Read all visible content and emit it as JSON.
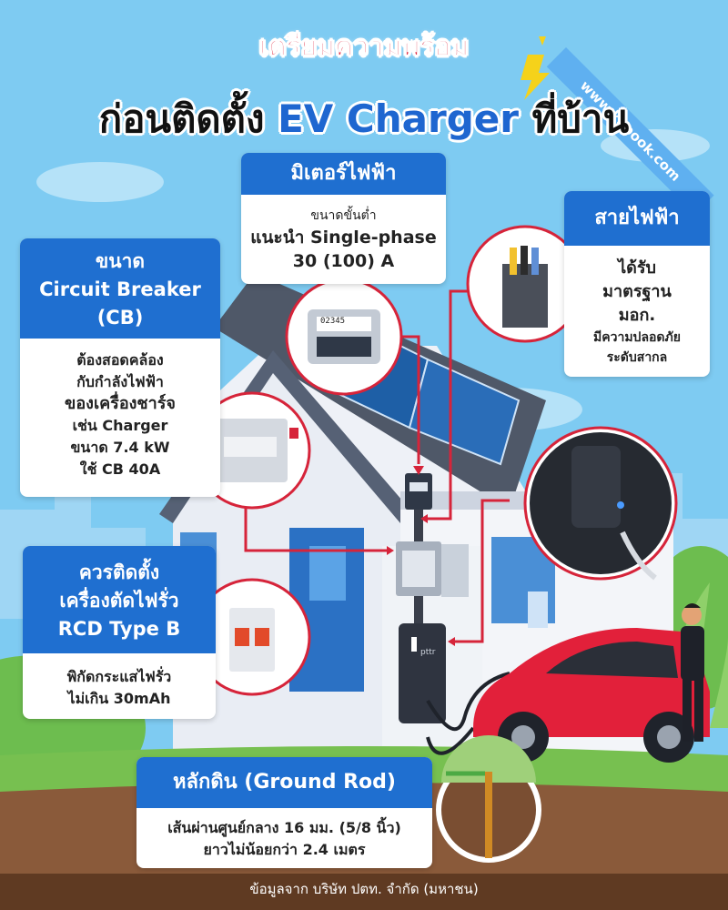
{
  "watermark": "www.kapook.com",
  "title": {
    "line1": "เตรียมความพร้อม",
    "line2_part1": "ก่อนติดตั้ง",
    "line2_part2": "EV Charger",
    "line2_part3": "ที่บ้าน"
  },
  "meter": {
    "heading": "มิเตอร์ไฟฟ้า",
    "line1": "ขนาดขั้นต่ำ",
    "line2": "แนะนำ Single-phase",
    "line3": "30 (100) A",
    "display": "02345"
  },
  "wire": {
    "heading": "สายไฟฟ้า",
    "line1": "ได้รับ",
    "line2": "มาตรฐาน",
    "line3": "มอก.",
    "line4": "มีความปลอดภัย",
    "line5": "ระดับสากล"
  },
  "breaker": {
    "heading1": "ขนาด",
    "heading2": "Circuit Breaker",
    "heading3": "(CB)",
    "line1": "ต้องสอดคล้อง",
    "line2": "กับกำลังไฟฟ้า",
    "line3": "ของเครื่องชาร์จ",
    "line4": "เช่น Charger",
    "line5": "ขนาด 7.4 kW",
    "line6": "ใช้ CB 40A"
  },
  "rcd": {
    "heading1": "ควรติดตั้ง",
    "heading2": "เครื่องตัดไฟรั่ว",
    "heading3": "RCD Type B",
    "line1": "พิกัดกระแสไฟรั่ว",
    "line2": "ไม่เกิน 30mAh"
  },
  "ground": {
    "heading": "หลักดิน (Ground Rod)",
    "line1": "เส้นผ่านศูนย์กลาง 16 มม. (5/8 นิ้ว)",
    "line2": "ยาวไม่น้อยกว่า 2.4 เมตร"
  },
  "charger_brand": "pttr",
  "source": "ข้อมูลจาก บริษัท ปตท. จำกัด (มหาชน)",
  "colors": {
    "sky": "#7ecbf2",
    "accent_blue": "#1f6fd0",
    "title_red": "#e0344a",
    "connector_red": "#d6243a",
    "car_red": "#e2203a",
    "ground_brown": "#8a5a3a"
  }
}
